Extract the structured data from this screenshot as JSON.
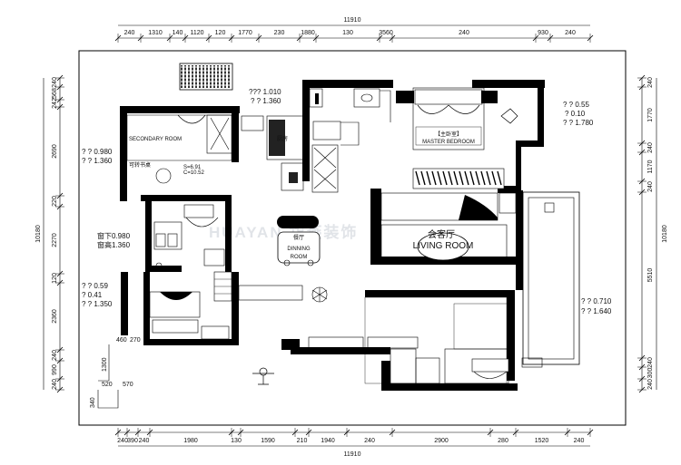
{
  "overall": {
    "top": "11910",
    "bottom": "11910",
    "left": "10180",
    "right": "10180"
  },
  "top_dims": [
    "240",
    "1310",
    "140",
    "1120",
    "120",
    "1770",
    "230",
    "1880",
    "130",
    "3560",
    "240",
    "930",
    "240"
  ],
  "bottom_dims": [
    "240",
    "390",
    "240",
    "1980",
    "130",
    "1590",
    "210",
    "1940",
    "240",
    "2900",
    "280",
    "1520",
    "240"
  ],
  "left_dims": [
    "240",
    "568",
    "242",
    "2690",
    "220",
    "2270",
    "120",
    "2360",
    "240",
    "990",
    "240"
  ],
  "right_dims": [
    "240",
    "1770",
    "240",
    "1170",
    "240",
    "5510",
    "240",
    "300",
    "240"
  ],
  "rooms": {
    "secondary_bedroom": "SECONDARY ROOM",
    "master_cn": "【主卧室】",
    "master_en": "MASTER BEDROOM",
    "dining_cn": "餐厅",
    "dining_en1": "DINNING",
    "dining_en2": "ROOM",
    "living_cn": "会客厅",
    "living_en": "LIVING ROOM",
    "s_area": "S=6.91",
    "c_area": "C=10.52",
    "wardrobe": "可转书桌",
    "kitchen_label": "厨房"
  },
  "window_notes": {
    "top_center_1": "??? 1.010",
    "top_center_2": "? ? 1.360",
    "right_top_1": "? ? 0.55",
    "right_top_2": "? 0.10",
    "right_top_3": "? ? 1.780",
    "left_1": "? ? 0.980",
    "left_2": "? ? 1.360",
    "left_mid_1": "窗下0.980",
    "left_mid_2": "窗高1.360",
    "left_low_1": "? ? 0.59",
    "left_low_2": "? 0.41",
    "left_low_3": "? ? 1.350",
    "right_low_1": "? ? 0.710",
    "right_low_2": "? ? 1.640"
  },
  "small_dims": {
    "a": "460",
    "b": "270",
    "c": "520",
    "d": "570",
    "e": "340",
    "f": "1300"
  },
  "watermark": "HUAYAN 华燕装饰"
}
